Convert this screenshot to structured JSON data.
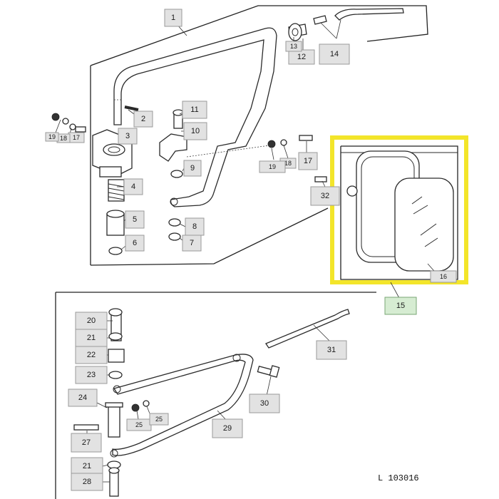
{
  "diagram": {
    "reference": "L 103016",
    "callouts": {
      "c1": "1",
      "c2": "2",
      "c3": "3",
      "c4": "4",
      "c5": "5",
      "c6": "6",
      "c7": "7",
      "c8": "8",
      "c9": "9",
      "c10": "10",
      "c11": "11",
      "c12": "12",
      "c13": "13",
      "c14": "14",
      "c15": "15",
      "c16": "16",
      "c17a": "17",
      "c17b": "17",
      "c18a": "18",
      "c18b": "18",
      "c19a": "19",
      "c19b": "19",
      "c20": "20",
      "c21a": "21",
      "c21b": "21",
      "c22": "22",
      "c23": "23",
      "c24": "24",
      "c25a": "25",
      "c25b": "25",
      "c27": "27",
      "c28": "28",
      "c29": "29",
      "c30": "30",
      "c31": "31",
      "c32": "32"
    },
    "highlight_color": "#f3e52a",
    "label_highlight_color": "#d6ecd2"
  }
}
